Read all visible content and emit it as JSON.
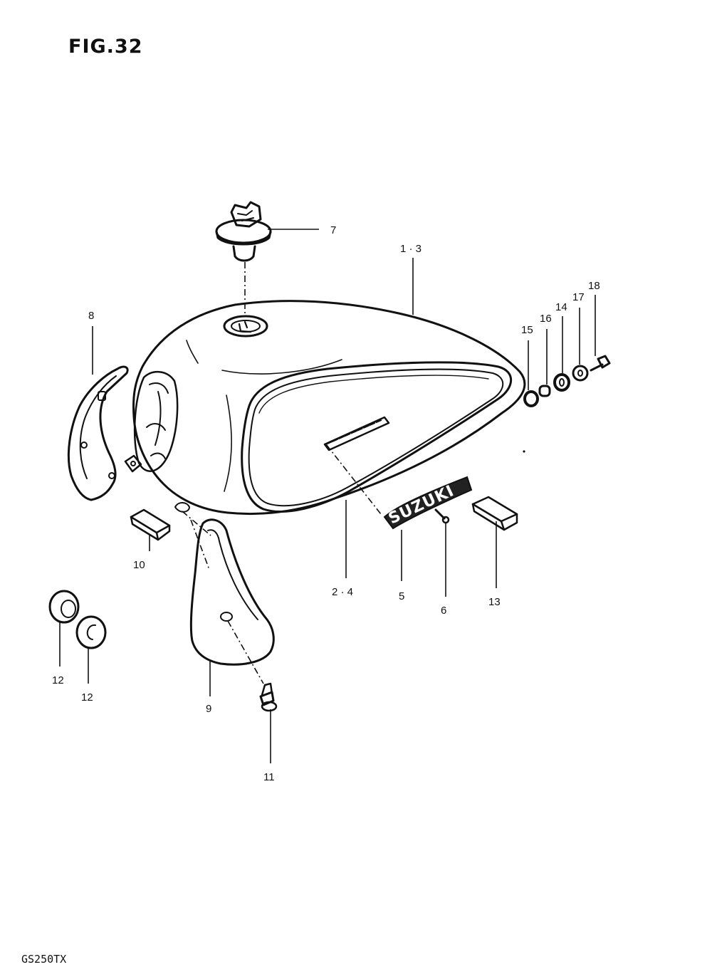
{
  "figure": {
    "title": "FIG.32",
    "model_code": "GS250TX",
    "emblem_text": "SUZUKI"
  },
  "callouts": {
    "c1_3": "1 · 3",
    "c2_4": "2 · 4",
    "c5": "5",
    "c6": "6",
    "c7": "7",
    "c8": "8",
    "c9": "9",
    "c10": "10",
    "c11": "11",
    "c12a": "12",
    "c12b": "12",
    "c13": "13",
    "c14": "14",
    "c15": "15",
    "c16": "16",
    "c17": "17",
    "c18": "18"
  }
}
